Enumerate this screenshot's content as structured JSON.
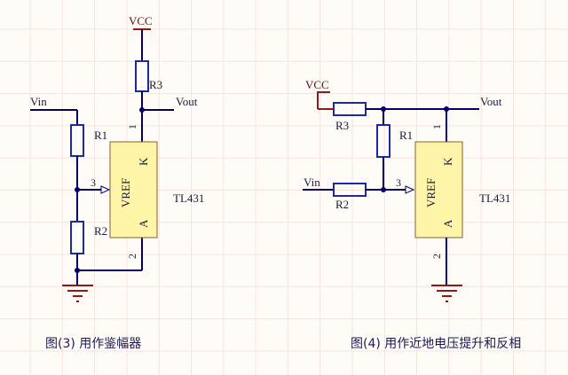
{
  "figure3": {
    "caption": "图(3) 用作鉴幅器",
    "labels": {
      "vcc": "VCC",
      "vin": "Vin",
      "vout": "Vout",
      "r1": "R1",
      "r2": "R2",
      "r3": "R3",
      "ic": "TL431",
      "vref": "VREF",
      "k": "K",
      "a": "A",
      "pin1": "1",
      "pin2": "2",
      "pin3": "3"
    }
  },
  "figure4": {
    "caption": "图(4) 用作近地电压提升和反相",
    "labels": {
      "vcc": "VCC",
      "vin": "Vin",
      "vout": "Vout",
      "r1": "R1",
      "r2": "R2",
      "r3": "R3",
      "ic": "TL431",
      "vref": "VREF",
      "k": "K",
      "a": "A",
      "pin1": "1",
      "pin2": "2",
      "pin3": "3"
    }
  },
  "colors": {
    "wire": "#000066",
    "resistor": "#1a2aa0",
    "power": "#8b1a1a",
    "ic_fill": "#fff5a8",
    "ic_border": "#8b5a2b",
    "grid": "#f5e6de"
  }
}
